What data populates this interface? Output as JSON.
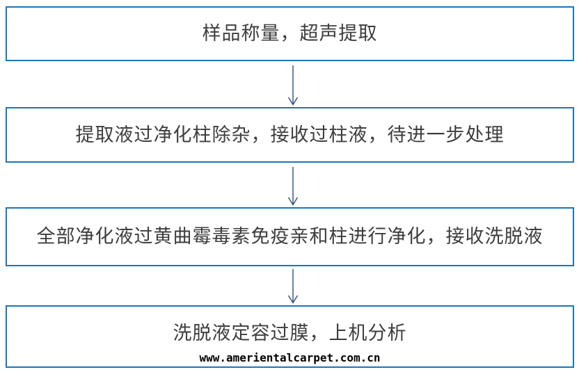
{
  "steps": [
    {
      "label": "样品称量，超声提取"
    },
    {
      "label": "提取液过净化柱除杂，接收过柱液，待进一步处理"
    },
    {
      "label": "全部净化液过黄曲霉毒素免疫亲和柱进行净化，接收洗脱液"
    },
    {
      "label": "洗脱液定容过膜，上机分析"
    }
  ],
  "watermark": "www.amerientalcarpet.com.cn",
  "colors": {
    "box_border": "#1b75bc",
    "arrow": "#2f4e7e",
    "step_text": "#3d3d3d",
    "watermark_text": "#000000",
    "canvas_bg": "#ffffff"
  }
}
